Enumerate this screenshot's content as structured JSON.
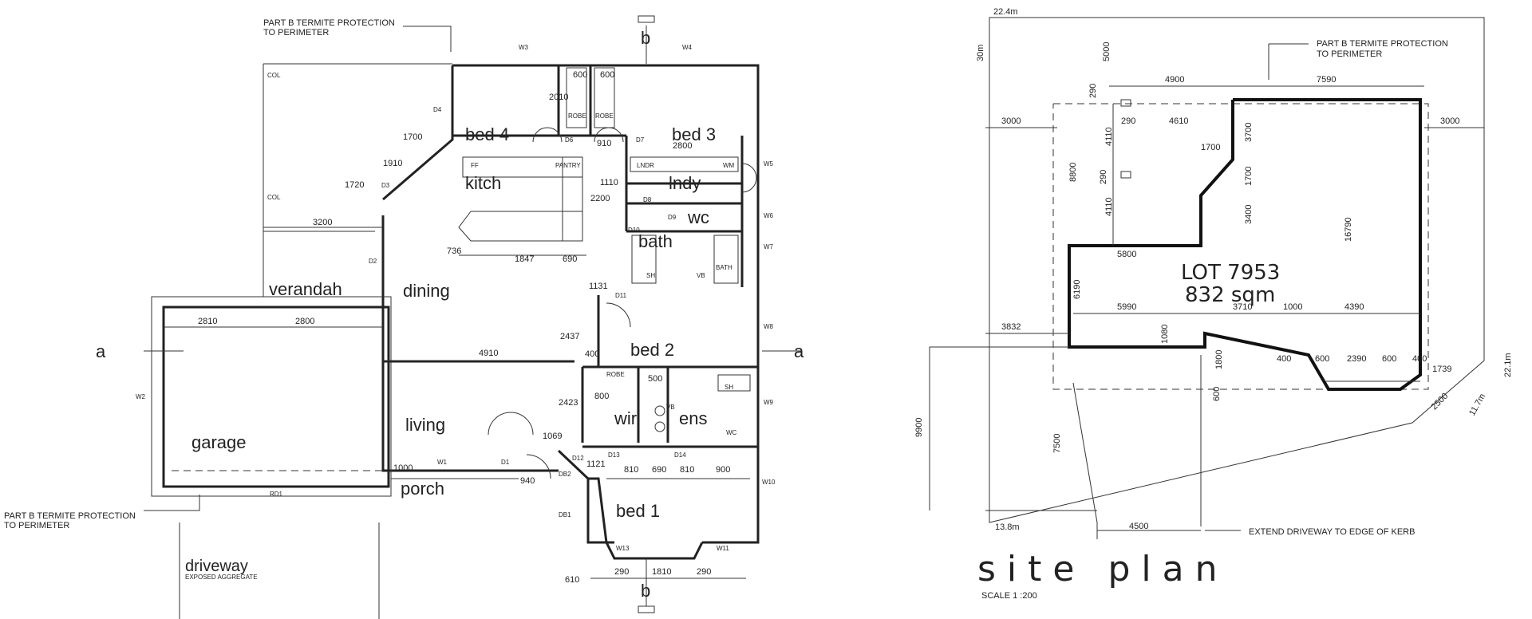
{
  "floor_plan": {
    "rooms": {
      "bed4": "bed 4",
      "bed3": "bed 3",
      "kitch": "kitch",
      "lndy": "lndy",
      "wc": "wc",
      "bath": "bath",
      "dining": "dining",
      "verandah": "verandah",
      "bed2": "bed 2",
      "garage": "garage",
      "living": "living",
      "wir": "wir",
      "ens": "ens",
      "porch": "porch",
      "bed1": "bed 1",
      "driveway": "driveway",
      "driveway_sub": "EXPOSED AGGREGATE"
    },
    "notes": {
      "termite_top_1": "PART B TERMITE PROTECTION",
      "termite_top_2": "TO PERIMETER",
      "termite_left_1": "PART B TERMITE PROTECTION",
      "termite_left_2": "TO PERIMETER"
    },
    "section_marks": {
      "b_top": "b",
      "b_bottom": "b",
      "a_left": "a",
      "a_right": "a"
    },
    "fixtures": {
      "col1": "COL",
      "col2": "COL",
      "pantry": "PANTRY",
      "ff": "FF",
      "robe1": "ROBE",
      "robe2": "ROBE",
      "robe3": "ROBE",
      "lndr": "LNDR",
      "wm": "WM",
      "bath_label": "BATH",
      "sh1": "SH",
      "vb1": "VB",
      "sh2": "SH",
      "vb2": "VB",
      "wc2": "WC"
    },
    "tags": {
      "w3": "W3",
      "w4": "W4",
      "w5": "W5",
      "w6": "W6",
      "w7": "W7",
      "w8": "W8",
      "w9": "W9",
      "w10": "W10",
      "w2": "W2",
      "w1": "W1",
      "d4": "D4",
      "d3": "D3",
      "d2": "D2",
      "d6": "D6",
      "d7": "D7",
      "d8": "D8",
      "d9": "D9",
      "d10": "D10",
      "d11": "D11",
      "d1": "D1",
      "d12": "D12",
      "d13": "D13",
      "d14": "D14",
      "db2": "DB2",
      "db1": "DB1",
      "w13": "W13",
      "w11": "W11",
      "rd1": "RD1"
    },
    "dims": {
      "d600a": "600",
      "d600b": "600",
      "d2010": "2010",
      "d910": "910",
      "d2800": "2800",
      "d1700": "1700",
      "d1910": "1910",
      "d1720": "1720",
      "d3200": "3200",
      "d1110": "1110",
      "d2200": "2200",
      "d736": "736",
      "d1847": "1847",
      "d690": "690",
      "d1131": "1131",
      "d2810": "2810",
      "d2800b": "2800",
      "d4910": "4910",
      "d2437": "2437",
      "d400": "400",
      "d500": "500",
      "d800": "800",
      "d2423": "2423",
      "d1069": "1069",
      "d810a": "810",
      "d690b": "690",
      "d810b": "810",
      "d900": "900",
      "d1121": "1121",
      "d1000": "1000",
      "d940": "940",
      "d610": "610",
      "d290a": "290",
      "d1810": "1810",
      "d290b": "290"
    }
  },
  "site_plan": {
    "title": "site plan",
    "scale": "SCALE 1 :200",
    "lot_1": "LOT 7953",
    "lot_2": "832 sqm",
    "termite_1": "PART B TERMITE PROTECTION",
    "termite_2": "TO PERIMETER",
    "extend": "EXTEND DRIVEWAY TO EDGE OF KERB",
    "boundaries": {
      "top": "22.4m",
      "left": "30m",
      "right": "22.1m",
      "diag": "11.7m",
      "bottom": "13.8m"
    },
    "dims": {
      "s5000": "5000",
      "s4900": "4900",
      "s7590": "7590",
      "s3000a": "3000",
      "s290a": "290",
      "s4610": "4610",
      "s3000b": "3000",
      "s290b": "290",
      "s4110a": "4110",
      "s3700": "3700",
      "s1700a": "1700",
      "s8800": "8800",
      "s1700b": "1700",
      "s290c": "290",
      "s4110b": "4110",
      "s3400": "3400",
      "s16790": "16790",
      "s5800": "5800",
      "s6190": "6190",
      "s3832": "3832",
      "s5990": "5990",
      "s3710": "3710",
      "s1000": "1000",
      "s4390": "4390",
      "s1080": "1080",
      "s1800": "1800",
      "s400a": "400",
      "s600a": "600",
      "s2390": "2390",
      "s600b": "600",
      "s400b": "400",
      "s1739": "1739",
      "s600c": "600",
      "s2500": "2500",
      "s9900": "9900",
      "s7500": "7500",
      "s4500": "4500"
    }
  }
}
